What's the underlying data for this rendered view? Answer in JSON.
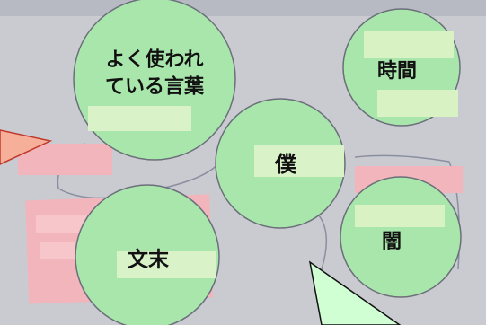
{
  "bubbles": [
    {
      "label": "よく使われ\nている言葉"
    },
    {
      "label": "時間"
    },
    {
      "label": "僕"
    },
    {
      "label": "闇"
    },
    {
      "label": "文末"
    }
  ],
  "colors": {
    "board": "#cfd0d4",
    "bubble_fill": "#a9e6ac",
    "bubble_stroke": "#6b6f7a",
    "callout_fill": "#cfffd2",
    "pink_note": "#f2b5bc",
    "callout_left": "#f6b09a"
  }
}
